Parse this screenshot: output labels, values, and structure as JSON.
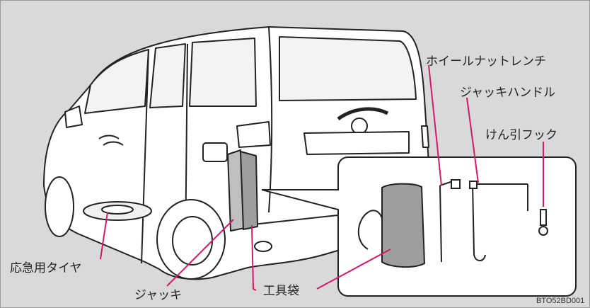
{
  "labels": {
    "wheel_nut_wrench": "ホイールナットレンチ",
    "jack_handle": "ジャッキハンドル",
    "towing_hook": "けん引フック",
    "spare_tire": "応急用タイヤ",
    "jack": "ジャッキ",
    "tool_bag": "工具袋"
  },
  "figure_code": "BTO52BD001",
  "colors": {
    "background": "#d9d9d9",
    "callout_line": "#d11a6e",
    "outline": "#222222"
  }
}
